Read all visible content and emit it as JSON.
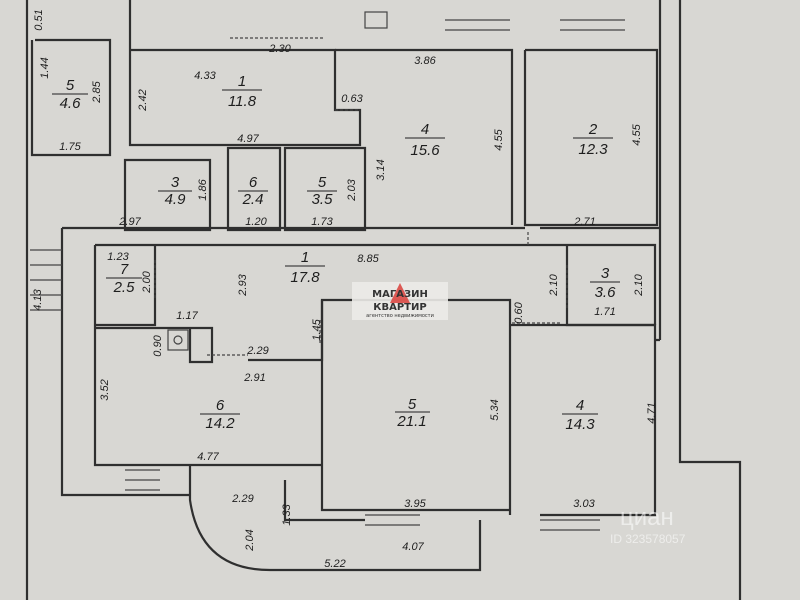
{
  "upper_unit": {
    "rooms": [
      {
        "number": "5",
        "area": "4.6"
      },
      {
        "number": "1",
        "area": "11.8"
      },
      {
        "number": "4",
        "area": "15.6"
      },
      {
        "number": "2",
        "area": "12.3"
      },
      {
        "number": "3",
        "area": "4.9"
      },
      {
        "number": "6",
        "area": "2.4"
      },
      {
        "number": "5",
        "area": "3.5"
      }
    ],
    "dimensions": [
      "0.51",
      "1.44",
      "2.85",
      "1.75",
      "4.33",
      "2.42",
      "2.30",
      "0.63",
      "4.97",
      "3.86",
      "4.55",
      "3.14",
      "4.55",
      "2.71",
      "1.86",
      "2.97",
      "1.20",
      "2.03",
      "1.73"
    ]
  },
  "lower_unit": {
    "rooms": [
      {
        "number": "1",
        "area": "17.8"
      },
      {
        "number": "7",
        "area": "2.5"
      },
      {
        "number": "3",
        "area": "3.6"
      },
      {
        "number": "5",
        "area": "21.1"
      },
      {
        "number": "6",
        "area": "14.2"
      },
      {
        "number": "4",
        "area": "14.3"
      }
    ],
    "dimensions": [
      "8.85",
      "2.93",
      "1.23",
      "2.00",
      "1.17",
      "0.90",
      "2.29",
      "2.91",
      "1.45",
      "2.10",
      "2.10",
      "1.71",
      "0.60",
      "5.34",
      "3.95",
      "3.52",
      "4.77",
      "2.29",
      "2.04",
      "1.33",
      "4.71",
      "3.03",
      "4.07",
      "5.22",
      "4.13"
    ]
  },
  "logo": {
    "line1": "МАГАЗИН",
    "line2": "КВАРТИР",
    "tagline": "агентство недвижимости",
    "accent_color": "#d9403a"
  },
  "watermark": {
    "brand": "циан",
    "id": "ID 323578057"
  }
}
